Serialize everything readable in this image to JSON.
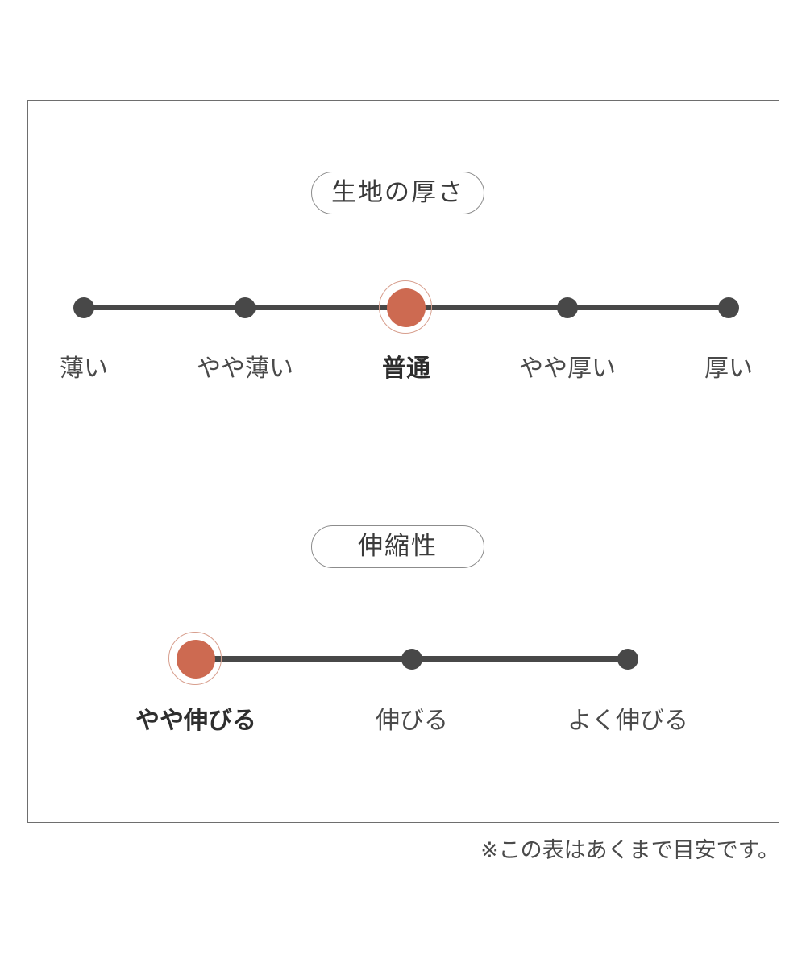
{
  "panel": {
    "sections": [
      {
        "id": "thickness",
        "title": "生地の厚さ",
        "scale_type": "5-point",
        "selected_index": 2,
        "points": [
          {
            "label": "薄い",
            "selected": false
          },
          {
            "label": "やや薄い",
            "selected": false
          },
          {
            "label": "普通",
            "selected": true
          },
          {
            "label": "やや厚い",
            "selected": false
          },
          {
            "label": "厚い",
            "selected": false
          }
        ]
      },
      {
        "id": "stretch",
        "title": "伸縮性",
        "scale_type": "3-point",
        "selected_index": 0,
        "points": [
          {
            "label": "やや伸びる",
            "selected": true
          },
          {
            "label": "伸びる",
            "selected": false
          },
          {
            "label": "よく伸びる",
            "selected": false
          }
        ]
      }
    ]
  },
  "footnote": "※この表はあくまで目安です。",
  "colors": {
    "accent": "#cd6a51",
    "accent_ring": "#d79e8d",
    "node": "#484848",
    "track": "#484848",
    "panel_border": "#6e6e6e",
    "pill_border": "#8c8c8c",
    "text": "#4a4a4a",
    "background": "#ffffff"
  },
  "chart_data": {
    "type": "table",
    "title": "生地の厚さ・伸縮性",
    "charts": [
      {
        "type": "scale",
        "title": "生地の厚さ",
        "categories": [
          "薄い",
          "やや薄い",
          "普通",
          "やや厚い",
          "厚い"
        ],
        "values": [
          0,
          0,
          1,
          0,
          0
        ],
        "selected": "普通",
        "selected_index": 2,
        "xlim": [
          0,
          4
        ]
      },
      {
        "type": "scale",
        "title": "伸縮性",
        "categories": [
          "やや伸びる",
          "伸びる",
          "よく伸びる"
        ],
        "values": [
          1,
          0,
          0
        ],
        "selected": "やや伸びる",
        "selected_index": 0,
        "xlim": [
          0,
          2
        ]
      }
    ],
    "annotation": "※この表はあくまで目安です。",
    "grid": false,
    "legend": "none"
  }
}
